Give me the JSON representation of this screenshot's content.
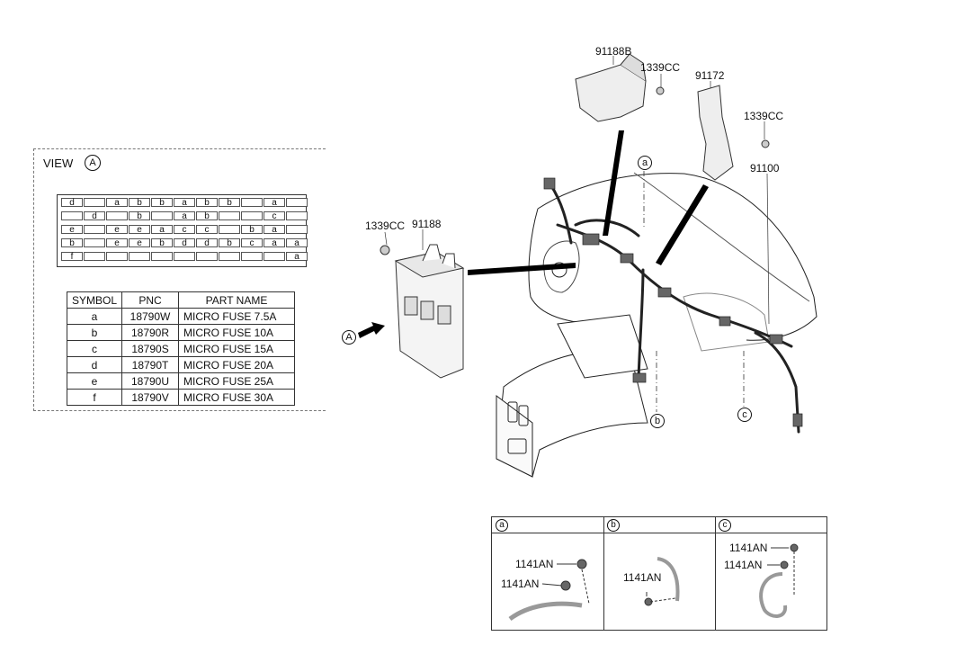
{
  "view": {
    "title": "VIEW",
    "marker": "A",
    "fuse_rows": [
      [
        "d",
        "",
        "a",
        "b",
        "b",
        "a",
        "b",
        "b",
        "",
        "a",
        ""
      ],
      [
        "",
        "d",
        "",
        "b",
        "",
        "a",
        "b",
        "",
        "",
        "c",
        ""
      ],
      [
        "e",
        "",
        "e",
        "e",
        "a",
        "c",
        "c",
        "",
        "b",
        "a",
        ""
      ],
      [
        "b",
        "",
        "e",
        "e",
        "b",
        "d",
        "d",
        "b",
        "c",
        "a",
        "a"
      ],
      [
        "f",
        "",
        "",
        "",
        "",
        "",
        "",
        "",
        "",
        "",
        "a"
      ]
    ]
  },
  "legend": {
    "headers": [
      "SYMBOL",
      "PNC",
      "PART NAME"
    ],
    "rows": [
      {
        "symbol": "a",
        "pnc": "18790W",
        "name": "MICRO FUSE 7.5A"
      },
      {
        "symbol": "b",
        "pnc": "18790R",
        "name": "MICRO FUSE 10A"
      },
      {
        "symbol": "c",
        "pnc": "18790S",
        "name": "MICRO FUSE 15A"
      },
      {
        "symbol": "d",
        "pnc": "18790T",
        "name": "MICRO FUSE 20A"
      },
      {
        "symbol": "e",
        "pnc": "18790U",
        "name": "MICRO FUSE 25A"
      },
      {
        "symbol": "f",
        "pnc": "18790V",
        "name": "MICRO FUSE 30A"
      }
    ]
  },
  "parts": {
    "p91188B": "91188B",
    "p1339cc_top": "1339CC",
    "p91172": "91172",
    "p1339cc_right": "1339CC",
    "p91100": "91100",
    "p1339cc_left": "1339CC",
    "p91188": "91188",
    "view_arrow_marker": "A"
  },
  "callouts": {
    "a": "a",
    "b": "b",
    "c": "c"
  },
  "details": {
    "a": {
      "marker": "a",
      "labels": [
        "1141AN",
        "1141AN"
      ]
    },
    "b": {
      "marker": "b",
      "labels": [
        "1141AN"
      ]
    },
    "c": {
      "marker": "c",
      "labels": [
        "1141AN",
        "1141AN"
      ]
    }
  }
}
